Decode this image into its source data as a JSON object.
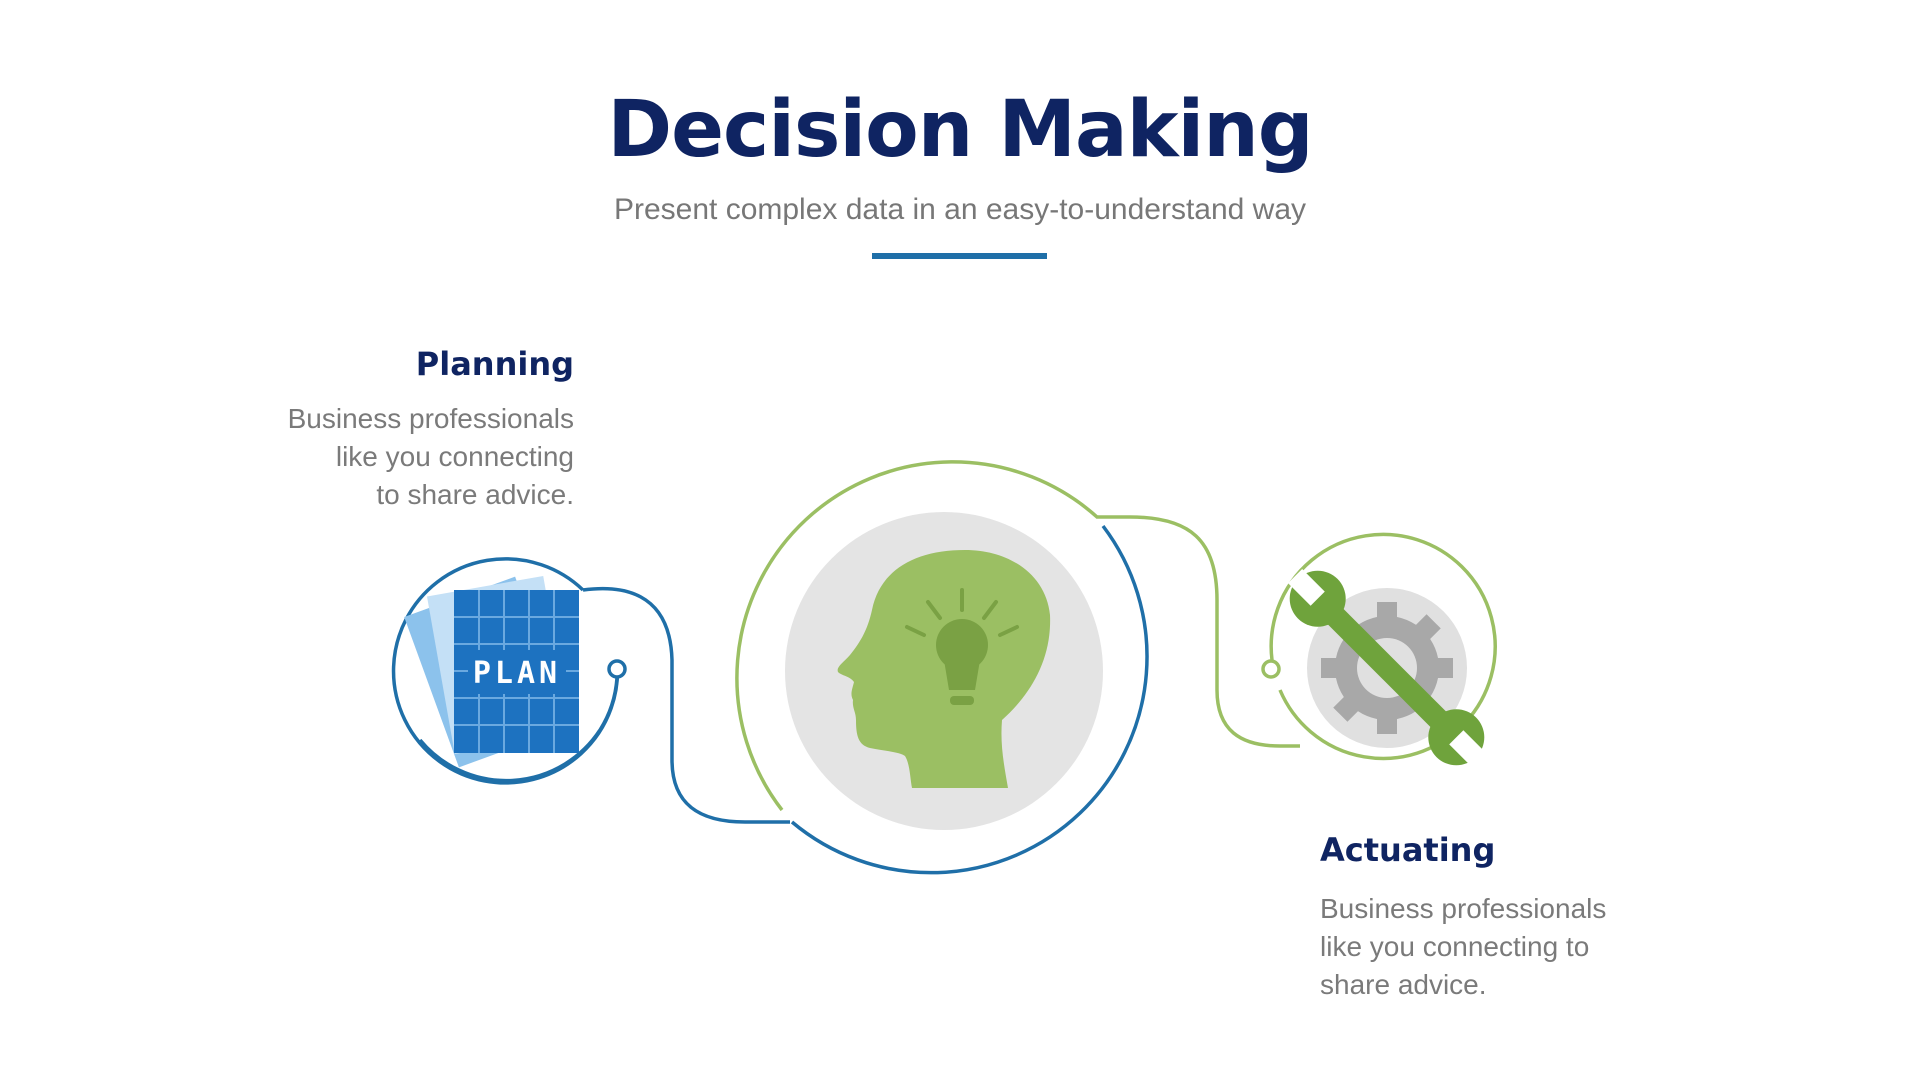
{
  "header": {
    "title": "Decision Making",
    "subtitle": "Present complex data in an easy-to-understand way",
    "underline_color": "#1f6fa8"
  },
  "steps": [
    {
      "id": "planning",
      "heading": "Planning",
      "body_lines": [
        "Business professionals",
        "like you connecting",
        "to share advice."
      ],
      "icon": "plan-document-icon",
      "icon_label": "PLAN",
      "ring_color": "#1f6fa8"
    },
    {
      "id": "decision",
      "icon": "head-lightbulb-icon",
      "ring_colors": [
        "#9bbf63",
        "#1f6fa8"
      ]
    },
    {
      "id": "actuating",
      "heading": "Actuating",
      "body_lines": [
        "Business professionals",
        "like you connecting to",
        "share advice."
      ],
      "icon": "wrench-gear-icon",
      "ring_color": "#9bbf63"
    }
  ],
  "colors": {
    "navy": "#0f2462",
    "blue": "#1f6fa8",
    "green": "#9bbf63",
    "green_dark": "#6fa33c",
    "grey_disc": "#e4e4e4",
    "gear_grey": "#a8a8a8",
    "text_grey": "#7a7a7a"
  }
}
